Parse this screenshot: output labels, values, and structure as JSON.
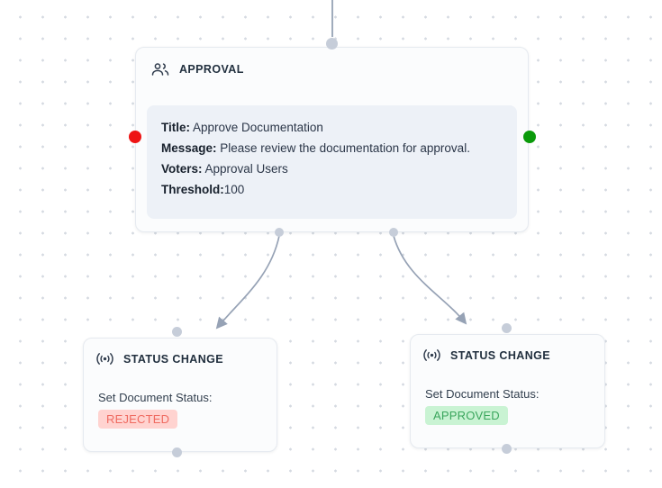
{
  "edges": {
    "stroke": "#96a2b5"
  },
  "approval_node": {
    "title": "APPROVAL",
    "fields": [
      {
        "label": "Title:",
        "value": " Approve Documentation"
      },
      {
        "label": "Message:",
        "value": " Please review the documentation for approval."
      },
      {
        "label": "Voters:",
        "value": " Approval Users"
      },
      {
        "label": "Threshold:",
        "value": "100"
      }
    ],
    "left_handle_color": "#ee1414",
    "right_handle_color": "#0a9a0a"
  },
  "status_node_left": {
    "title": "STATUS CHANGE",
    "body_label": "Set Document Status:",
    "status": "REJECTED",
    "status_bg": "#ffd3d0",
    "status_color": "#ef6a60"
  },
  "status_node_right": {
    "title": "STATUS CHANGE",
    "body_label": "Set Document Status:",
    "status": "APPROVED",
    "status_bg": "#c9f3d3",
    "status_color": "#3ba65d"
  }
}
